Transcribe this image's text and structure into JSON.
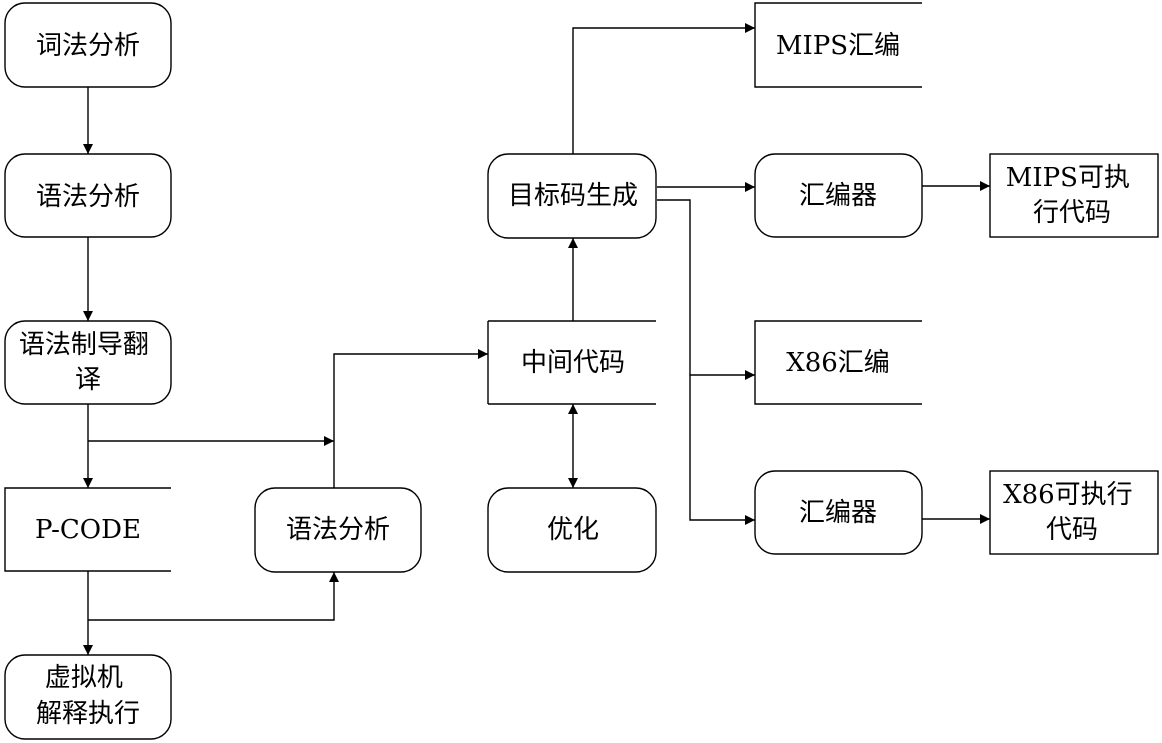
{
  "nodes": {
    "lexical": [
      "词法分析"
    ],
    "syntax": [
      "语法分析"
    ],
    "sdt": [
      "语法制导翻",
      "译"
    ],
    "pcode": [
      "P-CODE"
    ],
    "vm": [
      "虚拟机",
      "解释执行"
    ],
    "syntax2": [
      "语法分析"
    ],
    "ir": [
      "中间代码"
    ],
    "opt": [
      "优化"
    ],
    "codegen": [
      "目标码生成"
    ],
    "mips_asm": [
      "MIPS汇编"
    ],
    "assembler1": [
      "汇编器"
    ],
    "mips_exe": [
      "MIPS可执",
      "行代码"
    ],
    "x86_asm": [
      "X86汇编"
    ],
    "assembler2": [
      "汇编器"
    ],
    "x86_exe": [
      "X86可执行",
      "代码"
    ]
  },
  "edges": [
    {
      "from": "lexical",
      "to": "syntax"
    },
    {
      "from": "syntax",
      "to": "sdt"
    },
    {
      "from": "sdt",
      "to": "pcode"
    },
    {
      "from": "sdt",
      "to": "ir"
    },
    {
      "from": "pcode",
      "to": "vm"
    },
    {
      "from": "pcode",
      "to": "syntax2"
    },
    {
      "from": "syntax2",
      "to": "ir"
    },
    {
      "from": "ir",
      "to": "codegen"
    },
    {
      "from": "ir",
      "to": "opt",
      "bidirectional": true
    },
    {
      "from": "codegen",
      "to": "mips_asm"
    },
    {
      "from": "codegen",
      "to": "assembler1"
    },
    {
      "from": "codegen",
      "to": "x86_asm"
    },
    {
      "from": "codegen",
      "to": "assembler2"
    },
    {
      "from": "assembler1",
      "to": "mips_exe"
    },
    {
      "from": "assembler2",
      "to": "x86_exe"
    }
  ]
}
